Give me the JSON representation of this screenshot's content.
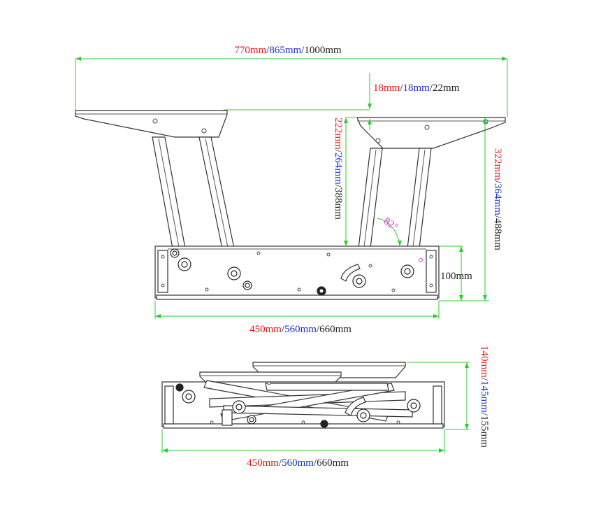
{
  "colors": {
    "red": "#e01818",
    "blue": "#1a2fd0",
    "black": "#222222",
    "dimension_line": "#2ecc2e",
    "angle": "#e030e0"
  },
  "top_diagram": {
    "width_dim": {
      "red": "770mm",
      "blue": "865mm",
      "black": "1000mm"
    },
    "thickness_dim": {
      "red": "18mm",
      "blue": "18mm",
      "black": "22mm"
    },
    "lift_height_dim": {
      "red": "222mm",
      "blue": "264mm",
      "black": "388mm"
    },
    "total_height_dim": {
      "red": "322mm",
      "blue": "364mm",
      "black": "488mm"
    },
    "base_height_dim": {
      "black": "100mm"
    },
    "base_length_dim": {
      "red": "450mm",
      "blue": "560mm",
      "black": "660mm"
    },
    "angle_label": "82°"
  },
  "bottom_diagram": {
    "closed_height_dim": {
      "red": "140mm",
      "blue": "145mm",
      "black": "155mm"
    },
    "base_length_dim": {
      "red": "450mm",
      "blue": "560mm",
      "black": "660mm"
    }
  },
  "separator": "/"
}
